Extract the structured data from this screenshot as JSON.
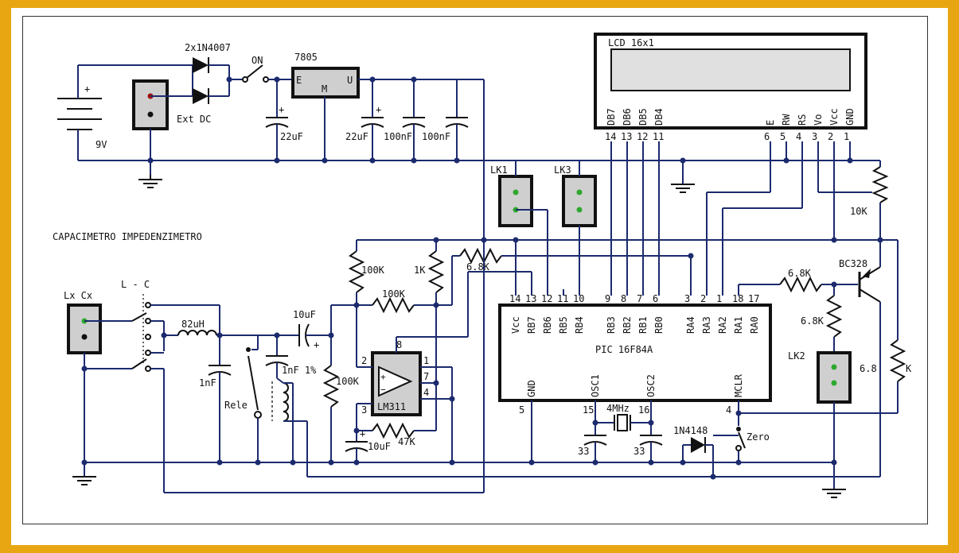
{
  "labels": {
    "diodes": "2x1N4007",
    "switch_on": "ON",
    "regulator": "7805",
    "reg_e": "E",
    "reg_m": "M",
    "reg_u": "U",
    "bat_plus": "+",
    "bat_volt": "9V",
    "ext_dc": "Ext DC",
    "c_22uf_a": "22uF",
    "c_22uf_b": "22uF",
    "c_100nf_a": "100nF",
    "c_100nf_b": "100nF",
    "plus1": "+",
    "plus2": "+",
    "plus3": "+",
    "plus4": "+",
    "lcd_title": "LCD 16x1",
    "lcd_pins": [
      "DB7",
      "DB6",
      "DB5",
      "DB4",
      "E",
      "RW",
      "RS",
      "Vo",
      "Vcc",
      "GND"
    ],
    "lcd_nums": [
      "14",
      "13",
      "12",
      "11",
      "6",
      "5",
      "4",
      "3",
      "2",
      "1"
    ],
    "lk1": "LK1",
    "lk2": "LK2",
    "lk3": "LK3",
    "pot_10k": "10K",
    "title_text": "CAPACIMETRO IMPEDENZIMETRO",
    "r_100k_a": "100K",
    "r_1k": "1K",
    "r_68k_a": "6.8K",
    "r_100k_b": "100K",
    "r_68k_b": "6.8K",
    "r_68k_c": "6.8K",
    "r_68k_d": "6.8",
    "r_68k_d2": "K",
    "bc328": "BC328",
    "lx_cx": "Lx Cx",
    "lc_switch": "L - C",
    "l_82uh": "82uH",
    "c_10uf_a": "10uF",
    "c_1nf": "1nF",
    "c_1nf_1": "1nF 1%",
    "rele": "Rele",
    "r_100k_c": "100K",
    "lm311": "LM311",
    "lm_pins": [
      "2",
      "8",
      "1",
      "7",
      "4",
      "3"
    ],
    "c_10uf_b": "10uF",
    "r_47k": "47K",
    "pic_name": "PIC 16F84A",
    "pic_top": [
      "Vcc",
      "RB7",
      "RB6",
      "RB5",
      "RB4",
      "RB3",
      "RB2",
      "RB1",
      "RB0",
      "RA4",
      "RA3",
      "RA2",
      "RA1",
      "RA0"
    ],
    "pic_top_nums": [
      "14",
      "13",
      "12",
      "11",
      "10",
      "9",
      "8",
      "7",
      "6",
      "3",
      "2",
      "1",
      "18",
      "17"
    ],
    "pic_bottom": [
      "GND",
      "OSC1",
      "OSC2",
      "MCLR"
    ],
    "pic_bottom_nums": [
      "5",
      "15",
      "16",
      "4"
    ],
    "xtal": "4MHz",
    "c33_a": "33",
    "c33_b": "33",
    "d_1n4148": "1N4148",
    "zero": "Zero"
  },
  "colors": {
    "background": "#e8a712",
    "wire": "#1c2a6e",
    "connector_dot_red": "#a01010",
    "connector_dot_green": "#2ea82e"
  }
}
